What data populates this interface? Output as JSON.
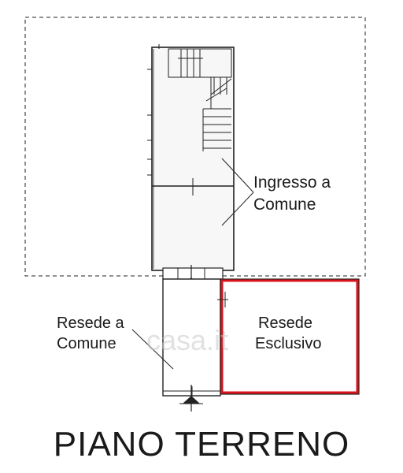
{
  "labels": {
    "ingresso_line1": "Ingresso a",
    "ingresso_line2": "Comune",
    "resede_comune_line1": "Resede a",
    "resede_comune_line2": "Comune",
    "resede_esclusivo_line1": "Resede",
    "resede_esclusivo_line2": "Esclusivo"
  },
  "title": "PIANO TERRENO",
  "watermark": "casa.it",
  "colors": {
    "line": "#222222",
    "highlight": "#d9141b",
    "room_fill": "#f7f7f7",
    "background": "#ffffff"
  }
}
